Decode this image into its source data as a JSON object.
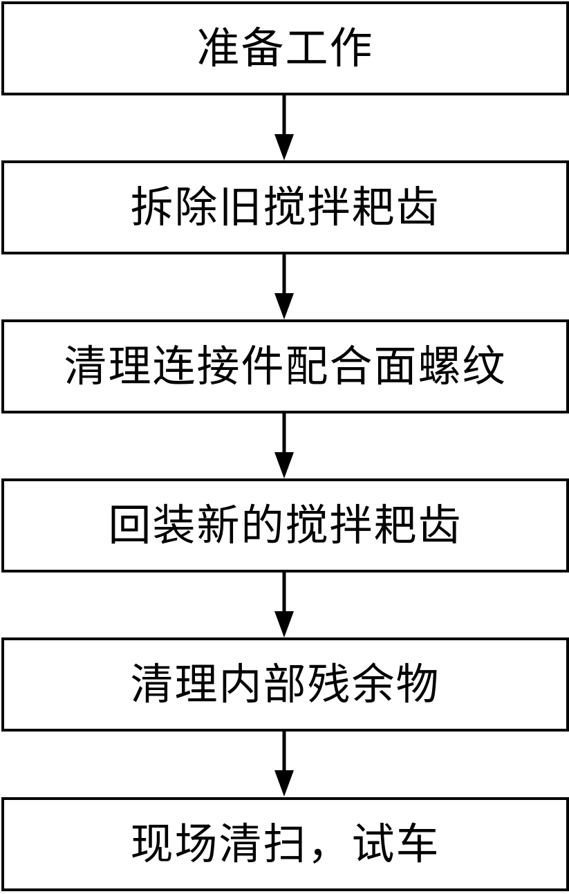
{
  "flowchart": {
    "steps": [
      {
        "label": "准备工作"
      },
      {
        "label": "拆除旧搅拌耙齿"
      },
      {
        "label": "清理连接件配合面螺纹"
      },
      {
        "label": "回装新的搅拌耙齿"
      },
      {
        "label": "清理内部残余物"
      },
      {
        "label": "现场清扫，试车"
      }
    ]
  },
  "colors": {
    "stroke": "#000000",
    "background": "#ffffff"
  }
}
